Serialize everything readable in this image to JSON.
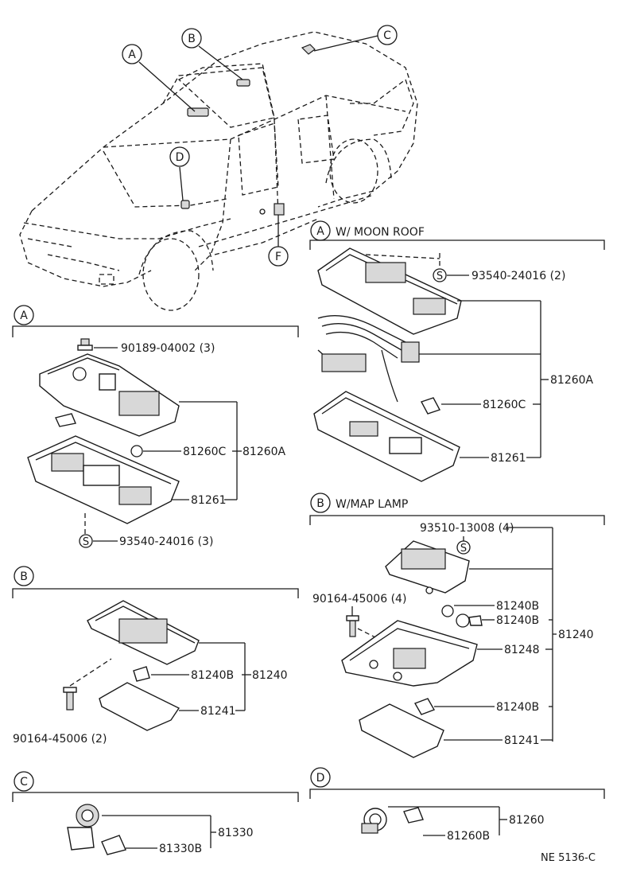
{
  "car_callouts": [
    "A",
    "B",
    "C",
    "D",
    "F"
  ],
  "sections": {
    "A_left": {
      "letter": "A",
      "parts": [
        "90189-04002 (3)",
        "81260C",
        "81260A",
        "81261",
        "93540-24016 (3)"
      ],
      "s_mark": "S"
    },
    "B_left": {
      "letter": "B",
      "parts": [
        "81240B",
        "81240",
        "81241",
        "90164-45006 (2)"
      ]
    },
    "C": {
      "letter": "C",
      "parts": [
        "81330",
        "81330B"
      ]
    },
    "A_right": {
      "letter": "A",
      "title": "W/ MOON ROOF",
      "parts": [
        "93540-24016 (2)",
        "81260A",
        "81260C",
        "81261"
      ],
      "s_mark": "S"
    },
    "B_right": {
      "letter": "B",
      "title": "W/MAP LAMP",
      "parts": [
        "93510-13008 (4)",
        "90164-45006 (4)",
        "81240B",
        "81240B",
        "81240",
        "81248",
        "81240B",
        "81241"
      ],
      "s_mark": "S"
    },
    "D": {
      "letter": "D",
      "parts": [
        "81260",
        "81260B"
      ]
    }
  },
  "footer_code": "NE 5136-C"
}
